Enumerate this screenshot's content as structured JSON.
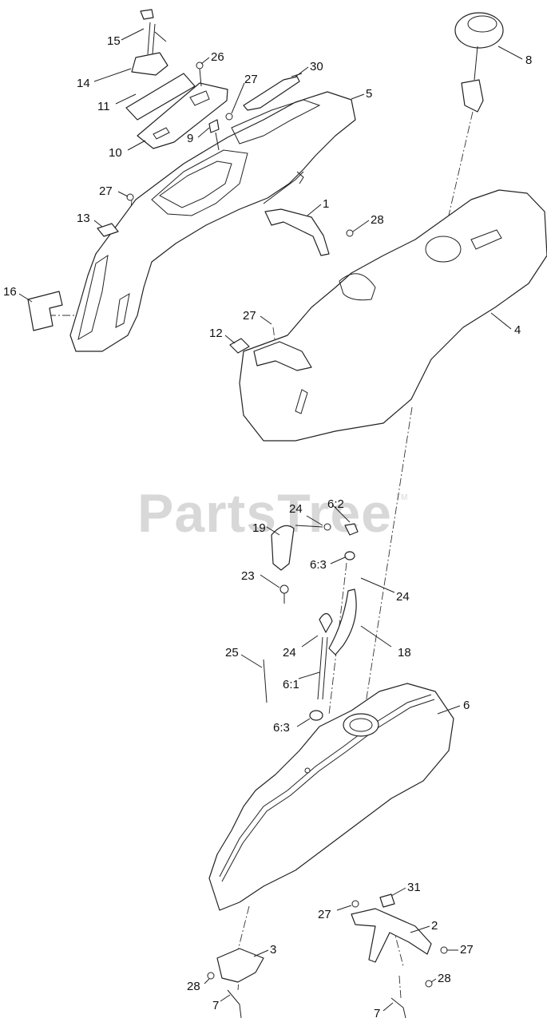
{
  "watermark": {
    "text": "PartsTree",
    "mark": "TM"
  },
  "callouts": [
    {
      "id": "c15",
      "label": "15"
    },
    {
      "id": "c14",
      "label": "14"
    },
    {
      "id": "c11",
      "label": "11"
    },
    {
      "id": "c10",
      "label": "10"
    },
    {
      "id": "c26",
      "label": "26"
    },
    {
      "id": "c30",
      "label": "30"
    },
    {
      "id": "c27a",
      "label": "27"
    },
    {
      "id": "c5",
      "label": "5"
    },
    {
      "id": "c9",
      "label": "9"
    },
    {
      "id": "c8",
      "label": "8"
    },
    {
      "id": "c27b",
      "label": "27"
    },
    {
      "id": "c13",
      "label": "13"
    },
    {
      "id": "c1",
      "label": "1"
    },
    {
      "id": "c28a",
      "label": "28"
    },
    {
      "id": "c16",
      "label": "16"
    },
    {
      "id": "c27c",
      "label": "27"
    },
    {
      "id": "c12",
      "label": "12"
    },
    {
      "id": "c4",
      "label": "4"
    },
    {
      "id": "c24a",
      "label": "24"
    },
    {
      "id": "c6_2",
      "label": "6:2"
    },
    {
      "id": "c19",
      "label": "19"
    },
    {
      "id": "c6_3a",
      "label": "6:3"
    },
    {
      "id": "c23",
      "label": "23"
    },
    {
      "id": "c24b",
      "label": "24"
    },
    {
      "id": "c25",
      "label": "25"
    },
    {
      "id": "c24c",
      "label": "24"
    },
    {
      "id": "c18",
      "label": "18"
    },
    {
      "id": "c6_1",
      "label": "6:1"
    },
    {
      "id": "c6",
      "label": "6"
    },
    {
      "id": "c6_3b",
      "label": "6:3"
    },
    {
      "id": "c31",
      "label": "31"
    },
    {
      "id": "c27d",
      "label": "27"
    },
    {
      "id": "c2",
      "label": "2"
    },
    {
      "id": "c3",
      "label": "3"
    },
    {
      "id": "c27e",
      "label": "27"
    },
    {
      "id": "c28b",
      "label": "28"
    },
    {
      "id": "c28c",
      "label": "28"
    },
    {
      "id": "c7a",
      "label": "7"
    },
    {
      "id": "c7b",
      "label": "7"
    }
  ]
}
